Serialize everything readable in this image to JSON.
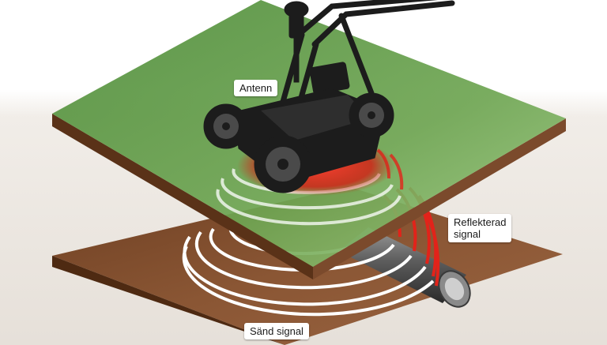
{
  "labels": {
    "antenna": "Antenn",
    "reflected_line1": "Reflekterad",
    "reflected_line2": "signal",
    "sent": "Sänd signal"
  },
  "colors": {
    "grass_light": "#8dc06c",
    "grass_dark": "#4f8d3a",
    "soil": "#7b4a2c",
    "soil_side": "#5a3218",
    "reflected_signal": "#e2231a",
    "sent_signal": "#ffffff",
    "machine": "#1c1c1c",
    "pipe": "#5e5e5e"
  },
  "icons": {
    "device": "ground-penetrating-radar-cart-icon",
    "pipe": "buried-pipe-icon"
  }
}
